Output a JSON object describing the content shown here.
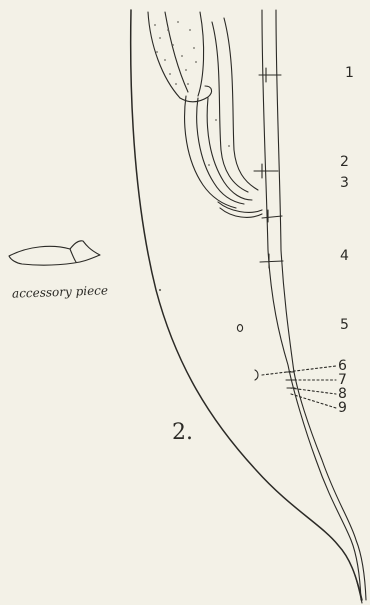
{
  "figure": {
    "number": "2.",
    "accessory_label": "accessory piece",
    "markers": [
      "1",
      "2",
      "3",
      "4",
      "5",
      "6",
      "7",
      "8",
      "9"
    ],
    "ink_color": "#2b2a26",
    "paper_color": "#f3f1e7"
  }
}
